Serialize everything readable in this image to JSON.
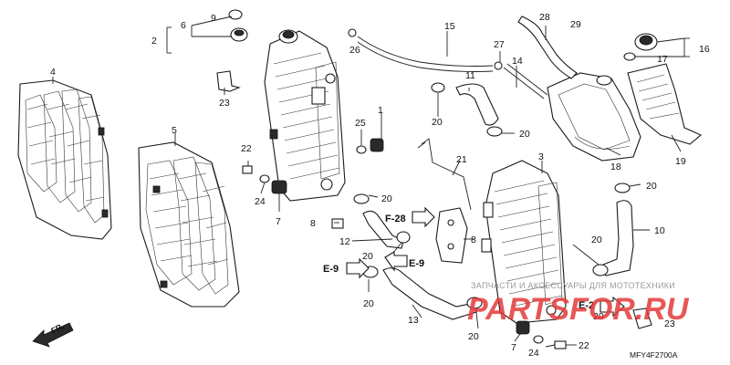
{
  "diagram": {
    "labels": {
      "p1": "1",
      "p2": "2",
      "p3": "3",
      "p4": "4",
      "p5": "5",
      "p6": "6",
      "p7a": "7",
      "p7b": "7",
      "p8a": "8",
      "p8b": "8",
      "p9": "9",
      "p10": "10",
      "p11": "11",
      "p12": "12",
      "p13": "13",
      "p14": "14",
      "p15": "15",
      "p16": "16",
      "p17": "17",
      "p18": "18",
      "p19": "19",
      "p20a": "20",
      "p20b": "20",
      "p20c": "20",
      "p20d": "20",
      "p20e": "20",
      "p20f": "20",
      "p20g": "20",
      "p20h": "20",
      "p20i": "20",
      "p21": "21",
      "p22a": "22",
      "p22b": "22",
      "p23a": "23",
      "p23b": "23",
      "p24a": "24",
      "p24b": "24",
      "p25": "25",
      "p26": "26",
      "p27": "27",
      "p28": "28",
      "p29": "29"
    },
    "refs": {
      "f28": "F-28",
      "e9a": "E-9",
      "e9b": "E-9",
      "e2": "E-2"
    },
    "front_marker": "FR.",
    "drawing_code": "MFY4F2700A"
  },
  "watermark": {
    "small_text": "ЗАПЧАСТИ И АКСЕССУАРЫ ДЛЯ МОТОТЕХНИКИ",
    "brand_text": "PARTSFOR.RU"
  },
  "colors": {
    "watermark_red": "#e53a3a",
    "ink": "#111111"
  }
}
